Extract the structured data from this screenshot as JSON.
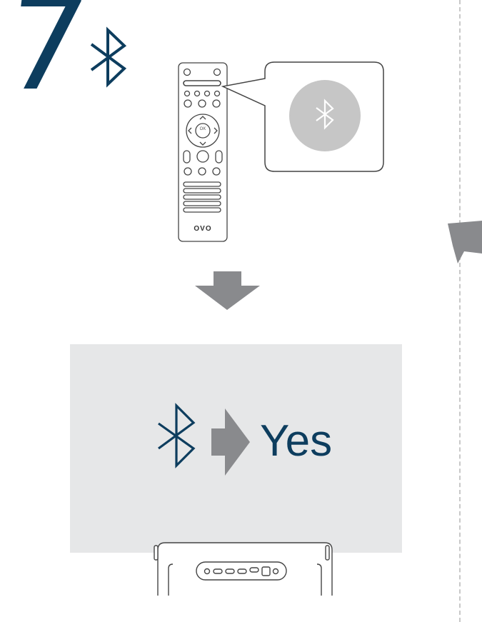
{
  "step": {
    "number": "7"
  },
  "remote": {
    "brand_logo": "OVO",
    "ok_label": "OK"
  },
  "screen": {
    "answer": "Yes"
  },
  "icons": {
    "step_icon": "bluetooth-icon",
    "remote_button_icon": "bluetooth-icon",
    "screen_icon": "bluetooth-icon",
    "flow_arrow": "arrow-down-icon",
    "then_arrow": "arrow-right-icon",
    "partial_arrow": "arrow-right-icon"
  },
  "colors": {
    "navy": "#0d3d5e",
    "arrow_gray": "#898a8d",
    "panel_gray": "#e6e7e8",
    "bt_button_gray": "#c6c6c6"
  }
}
